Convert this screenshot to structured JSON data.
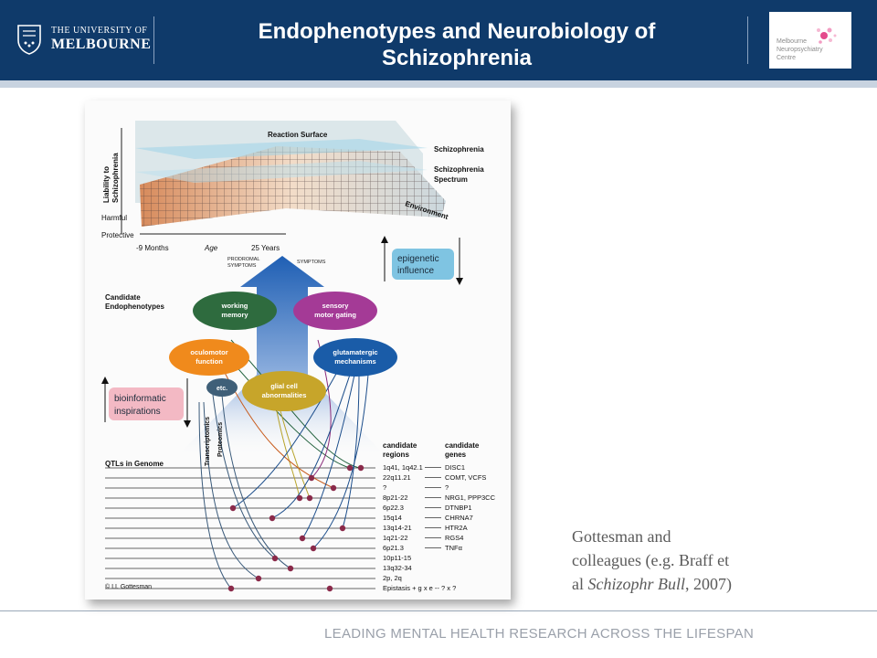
{
  "header": {
    "university_line1": "THE UNIVERSITY OF",
    "university_line2": "MELBOURNE",
    "title_line1": "Endophenotypes and Neurobiology of",
    "title_line2": "Schizophrenia",
    "center_logo_line1": "Melbourne",
    "center_logo_line2": "Neuropsychiatry",
    "center_logo_line3": "Centre"
  },
  "figure": {
    "reaction_surface": "Reaction Surface",
    "liability_line1": "Liability to",
    "liability_line2": "Schizophrenia",
    "schizophrenia": "Schizophrenia",
    "spectrum_line1": "Schizophrenia",
    "spectrum_line2": "Spectrum",
    "environment": "Environment",
    "harmful": "Harmful",
    "protective": "Protective",
    "minus9": "-9 Months",
    "age": "Age",
    "years25": "25 Years",
    "prodromal_line1": "PRODROMAL",
    "prodromal_line2": "SYMPTOMS",
    "symptoms": "SYMPTOMS",
    "epigenetic_line1": "epigenetic",
    "epigenetic_line2": "influence",
    "candidate_line1": "Candidate",
    "candidate_line2": "Endophenotypes",
    "working_line1": "working",
    "working_line2": "memory",
    "sensory_line1": "sensory",
    "sensory_line2": "motor gating",
    "oculomotor_line1": "oculomotor",
    "oculomotor_line2": "function",
    "glutamatergic_line1": "glutamatergic",
    "glutamatergic_line2": "mechanisms",
    "glial_line1": "glial cell",
    "glial_line2": "abnormalities",
    "etc": "etc.",
    "bioinformatic_line1": "bioinformatic",
    "bioinformatic_line2": "inspirations",
    "transcriptomics": "Transcriptomics",
    "proteomics": "Proteomics",
    "qtls": "QTLs in Genome",
    "regions_line1": "candidate",
    "regions_line2": "regions",
    "genes_line1": "candidate",
    "genes_line2": "genes",
    "copyright": "© I.I. Gottesman",
    "loci": [
      {
        "region": "1q41, 1q42.1",
        "gene": "DISC1"
      },
      {
        "region": "22q11.21",
        "gene": "COMT, VCFS"
      },
      {
        "region": "?",
        "gene": "?"
      },
      {
        "region": "8p21-22",
        "gene": "NRG1, PPP3CC"
      },
      {
        "region": "6p22.3",
        "gene": "DTNBP1"
      },
      {
        "region": "15q14",
        "gene": "CHRNA7"
      },
      {
        "region": "13q14-21",
        "gene": "HTR2A"
      },
      {
        "region": "1q21-22",
        "gene": "RGS4"
      },
      {
        "region": "6p21.3",
        "gene": "TNFα"
      },
      {
        "region": "10p11-15",
        "gene": ""
      },
      {
        "region": "13q32-34",
        "gene": ""
      },
      {
        "region": "2p, 2q",
        "gene": ""
      },
      {
        "region": "Epistasis + g x e -- ? x ?",
        "gene": ""
      }
    ]
  },
  "caption": {
    "line1": "Gottesman and",
    "line2": "colleagues (e.g. Braff et",
    "line3_prefix": "al ",
    "line3_journal": "Schizophr Bull",
    "line3_suffix": ", 2007)"
  },
  "footer": {
    "tagline": "LEADING MENTAL HEALTH RESEARCH ACROSS THE LIFESPAN"
  }
}
